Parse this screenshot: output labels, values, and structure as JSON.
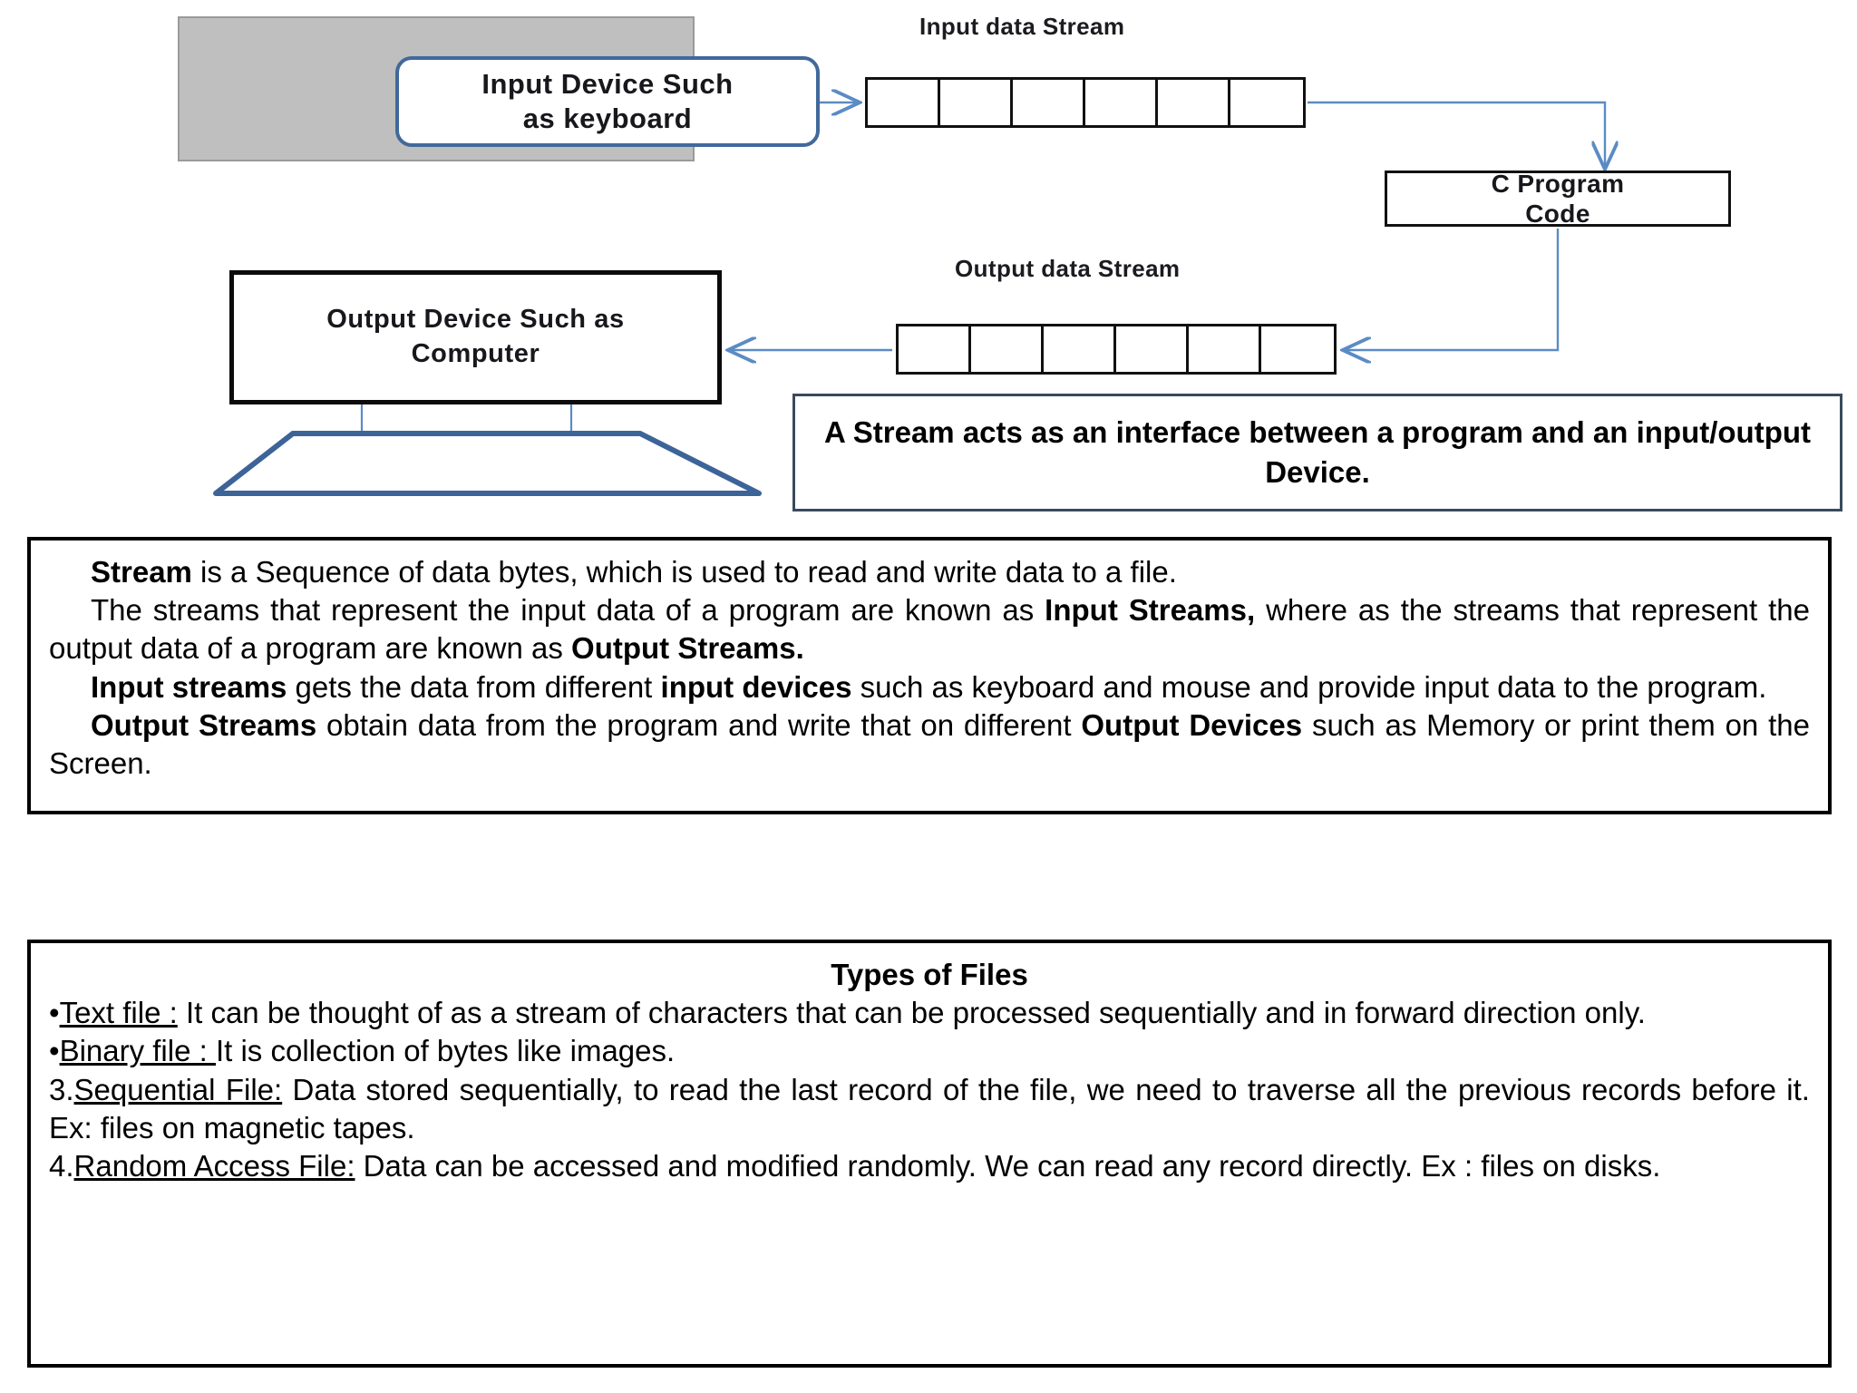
{
  "diagram": {
    "input_device": {
      "line1": "Input Device Such",
      "line2": "as keyboard"
    },
    "input_stream_label": "Input data Stream",
    "output_stream_label": "Output data Stream",
    "program_box": {
      "line1": "C Program",
      "line2": "Code"
    },
    "output_device": {
      "line1": "Output Device Such as",
      "line2": "Computer"
    },
    "input_stream_cells": 6,
    "output_stream_cells": 6,
    "colors": {
      "frame_fill": "#bfbfbf",
      "rounded_border": "#41699b",
      "arrow": "#5b8bc4",
      "monitor_stand": "#3d6498",
      "cell_border": "#111111"
    }
  },
  "callout": {
    "line1": "A Stream acts as an interface between a program",
    "line2": "and an input/output Device."
  },
  "stream_box": {
    "para1": {
      "bold_lead": "Stream",
      "rest": " is a Sequence of data bytes, which is used to read and write data to a file."
    },
    "para2": {
      "pre": "The streams that represent the input data of a program are known as  ",
      "bold1": "Input Streams,",
      "mid": " where as the streams that represent the output data of a program are known as ",
      "bold2": "Output Streams."
    },
    "para3": {
      "bold1": "Input  streams",
      "mid1": " gets the data from different ",
      "bold2": "input devices",
      "mid2": " such as keyboard and mouse and provide input data to the program."
    },
    "para4": {
      "bold1": "Output Streams",
      "mid1": " obtain data from the program and  write that on different ",
      "bold2": "Output Devices",
      "mid2": " such as Memory or print them on the Screen."
    }
  },
  "types_box": {
    "title": "Types of Files",
    "items": [
      {
        "bullet": "•",
        "term": "Text file :",
        "text": " It can be thought of as a stream of characters that can be processed sequentially and in forward direction only."
      },
      {
        "bullet": "•",
        "term": "Binary file : ",
        "text": "It is collection of bytes like images."
      },
      {
        "bullet": "3.",
        "term": "Sequential File:",
        "text": " Data stored sequentially, to read the last record of the file, we need to traverse all the previous records before it. Ex: files on magnetic tapes."
      },
      {
        "bullet": "4.",
        "term": "Random Access File:",
        "text": " Data can be accessed and modified randomly. We can read any record directly.  Ex : files on disks."
      }
    ]
  }
}
